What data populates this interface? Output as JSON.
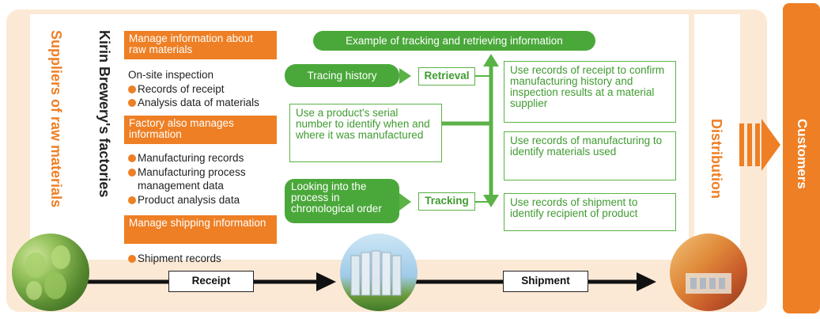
{
  "columns": {
    "suppliers": "Suppliers of raw materials",
    "factories": "Kirin Brewery's factories",
    "distribution": "Distribution",
    "customers": "Customers"
  },
  "raw_materials": {
    "header": "Manage information about raw materials",
    "intro": "On-site inspection",
    "items": [
      "Records of receipt",
      "Analysis data of materials"
    ]
  },
  "factory_info": {
    "header": "Factory also manages information",
    "items": [
      "Manufacturing records",
      "Manufacturing process management data",
      "Product analysis data"
    ]
  },
  "shipping_info": {
    "header": "Manage shipping information",
    "items": [
      "Shipment records"
    ]
  },
  "example": {
    "title": "Example of tracking and retrieving information",
    "tracing": "Tracing history",
    "retrieval": "Retrieval",
    "serial": "Use a product's serial number to identify when and where it was manufactured",
    "looking": "Looking into the process in chronological order",
    "tracking": "Tracking",
    "results": [
      "Use records of receipt to confirm manufacturing history and inspection results at a material supplier",
      "Use records of manufacturing to identify materials used",
      "Use records of shipment to identify recipient of product"
    ]
  },
  "flow": {
    "receipt": "Receipt",
    "shipment": "Shipment"
  },
  "colors": {
    "orange": "#ee7f24",
    "green": "#4aa83a",
    "background": "#fbe9d6"
  }
}
